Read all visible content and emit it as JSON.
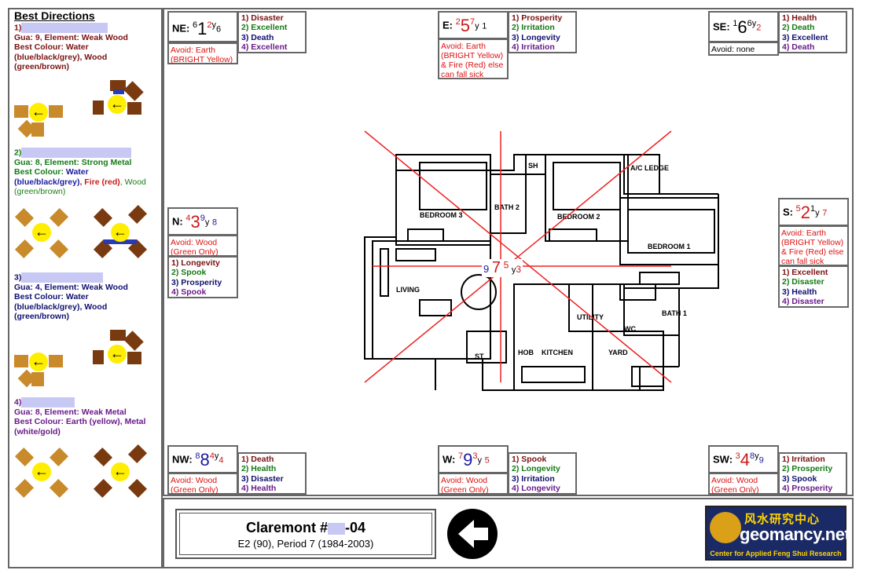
{
  "best_directions": {
    "title": "Best Directions",
    "entries": [
      {
        "num": "1)",
        "gua_label": "Gua: ",
        "gua": "9",
        "element_label": ", Element: ",
        "element": "Weak Wood",
        "colour_label": "Best Colour: ",
        "colours": "Water (blue/black/grey), Wood (green/brown)"
      },
      {
        "num": "2)",
        "gua_label": "Gua: ",
        "gua": "8",
        "element_label": ", Element: ",
        "element": "Strong Metal",
        "colour_label": "Best Colour: ",
        "colours_a": "Water (blue/black/grey)",
        "colours_b": ", Fire (red)",
        "colours_c": ", Wood (green/brown)"
      },
      {
        "num": "3)",
        "gua_label": "Gua: ",
        "gua": "4",
        "element_label": ", Element: ",
        "element": "Weak Wood",
        "colour_label": "Best Colour: ",
        "colours": "Water (blue/black/grey), Wood (green/brown)"
      },
      {
        "num": "4)",
        "gua_label": "Gua: ",
        "gua": "8",
        "element_label": ", Element: ",
        "element": "Weak Metal",
        "colour_label": "Best Colour: ",
        "colours": "Earth (yellow), Metal (white/gold)"
      }
    ]
  },
  "sectors": {
    "NE": {
      "label": "NE:",
      "a": "6",
      "b": "1",
      "c": "2",
      "y": "y",
      "d": "6",
      "avoid": "Avoid: Earth (BRIGHT Yellow)",
      "ratings": [
        "1) Disaster",
        "2) Excellent",
        "3) Death",
        "4) Excellent"
      ]
    },
    "E": {
      "label": "E:",
      "a": "2",
      "b": "5",
      "c": "7",
      "y": "y",
      "d": "1",
      "avoid": "Avoid: Earth (BRIGHT Yellow) & Fire (Red) else can fall sick",
      "ratings": [
        "1) Prosperity",
        "2) Irritation",
        "3) Longevity",
        "4) Irritation"
      ]
    },
    "SE": {
      "label": "SE:",
      "a": "1",
      "b": "6",
      "c": "6",
      "y": "y",
      "d": "2",
      "avoid": "Avoid: none",
      "ratings": [
        "1) Health",
        "2) Death",
        "3) Excellent",
        "4) Death"
      ]
    },
    "N": {
      "label": "N:",
      "a": "4",
      "b": "3",
      "c": "9",
      "y": "y",
      "d": "8",
      "avoid": "Avoid: Wood (Green Only)",
      "ratings": [
        "1) Longevity",
        "2) Spook",
        "3) Prosperity",
        "4) Spook"
      ]
    },
    "S": {
      "label": "S:",
      "a": "5",
      "b": "2",
      "c": "1",
      "y": "y",
      "d": "7",
      "avoid": "Avoid: Earth (BRIGHT Yellow) & Fire (Red) else can fall sick",
      "ratings": [
        "1) Excellent",
        "2) Disaster",
        "3) Health",
        "4) Disaster"
      ]
    },
    "NW": {
      "label": "NW:",
      "a": "8",
      "b": "8",
      "c": "4",
      "y": "y",
      "d": "4",
      "avoid": "Avoid: Wood (Green Only)",
      "ratings": [
        "1) Death",
        "2) Health",
        "3) Disaster",
        "4) Health"
      ]
    },
    "W": {
      "label": "W:",
      "a": "7",
      "b": "9",
      "c": "3",
      "y": "y",
      "d": "5",
      "avoid": "Avoid: Wood (Green Only)",
      "ratings": [
        "1) Spook",
        "2) Longevity",
        "3) Irritation",
        "4) Longevity"
      ]
    },
    "SW": {
      "label": "SW:",
      "a": "3",
      "b": "4",
      "c": "8",
      "y": "y",
      "d": "9",
      "avoid": "Avoid: Wood (Green Only)",
      "ratings": [
        "1) Irritation",
        "2) Prosperity",
        "3) Spook",
        "4) Prosperity"
      ]
    }
  },
  "center": {
    "a": "9",
    "b": "7",
    "c": "5",
    "y": "y",
    "d": "3"
  },
  "floorplan": {
    "rooms": [
      "BEDROOM 3",
      "BATH 2",
      "SH",
      "BEDROOM 2",
      "A/C LEDGE",
      "BEDROOM 1",
      "LIVING",
      "UTILITY",
      "BATH 1",
      "WC",
      "YARD",
      "KITCHEN",
      "HOB",
      "ST"
    ]
  },
  "footer": {
    "title": "Claremont #",
    "title_suffix": "-04",
    "subtitle": "E2 (90), Period 7 (1984-2003)",
    "logo_cn": "风水研究中心",
    "logo_en": "geomancy.net",
    "logo_tag": "Center for Applied Feng Shui Research"
  }
}
